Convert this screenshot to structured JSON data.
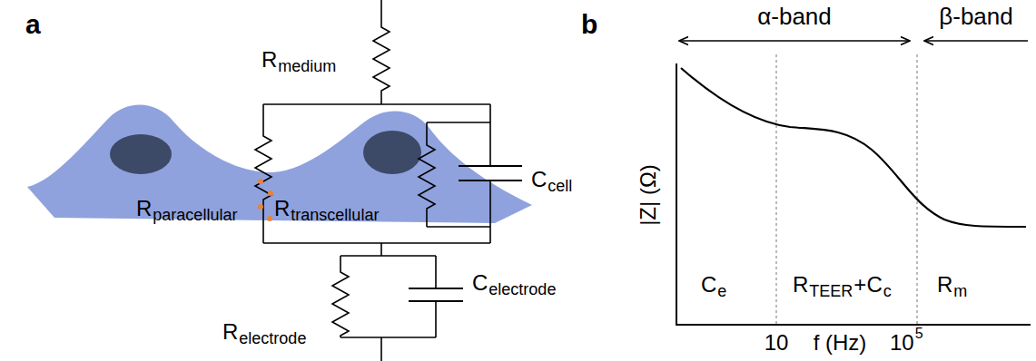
{
  "diagram": {
    "labels": [
      "a",
      "R",
      "medium",
      "R",
      "paracellular",
      "R",
      "transcellular",
      "C",
      "cell",
      "R",
      "electrode",
      "C",
      "electrode",
      "b",
      "α-band",
      "β-band",
      "|Z| (Ω)",
      "C",
      "e",
      "R",
      "TEER",
      "+C",
      "c",
      "R",
      "m",
      "10",
      "10",
      "5",
      "f (Hz)"
    ]
  }
}
